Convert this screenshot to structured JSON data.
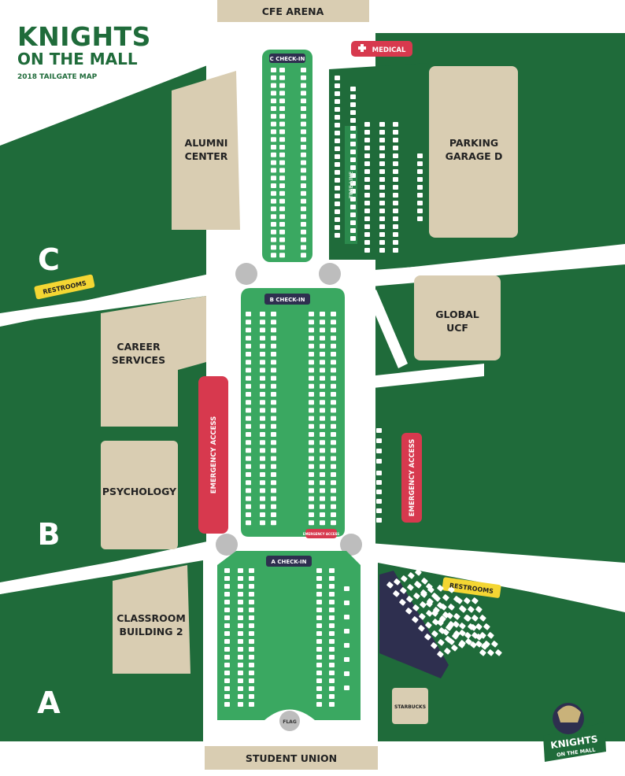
{
  "header": {
    "title_line1": "KNIGHTS",
    "title_line2": "ON THE MALL",
    "subtitle": "2018 TAILGATE MAP"
  },
  "labels": {
    "cfe_arena": "CFE ARENA",
    "student_union": "STUDENT UNION",
    "medical": "MEDICAL",
    "alumni_center": [
      "ALUMNI",
      "CENTER"
    ],
    "parking_garage": [
      "PARKING",
      "GARAGE D"
    ],
    "global_ucf": [
      "GLOBAL",
      "UCF"
    ],
    "career_services": [
      "CAREER",
      "SERVICES"
    ],
    "psychology": "PSYCHOLOGY",
    "classroom_building": [
      "CLASSROOM",
      "BUILDING 2"
    ],
    "starbucks": "STARBUCKS",
    "restrooms_left": "RESTROOMS",
    "restrooms_right": "RESTROOMS",
    "emergency_access_left": "EMERGENCY ACCESS",
    "emergency_access_right": "EMERGENCY ACCESS",
    "emergency_access_small": "EMERGENCY ACCESS",
    "c_checkin": "C CHECK-IN",
    "b_checkin": "B CHECK-IN",
    "a_checkin": "A CHECK-IN",
    "flag": "FLAG",
    "tree_line": "TREE LINE",
    "zone_a": "A",
    "zone_b": "B",
    "zone_c": "C",
    "logo_line1": "KNIGHTS",
    "logo_line2": "ON THE MALL"
  },
  "colors": {
    "dark_green": "#1f6b3a",
    "light_green": "#3aa861",
    "building_tan": "#d9cdb2",
    "emergency_red": "#d7394e",
    "restroom_yellow": "#f4d633",
    "checkin_navy": "#2e2f4f",
    "roundabout_gray": "#bdbdbd"
  }
}
